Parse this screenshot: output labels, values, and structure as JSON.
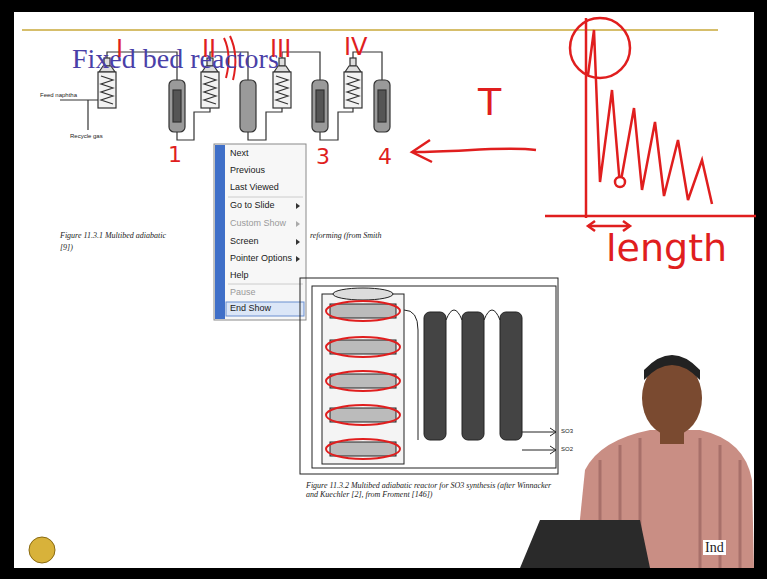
{
  "diagram": {
    "title": "Fixed bed reactors",
    "labels": [
      "I",
      "II",
      "III",
      "IV",
      "1",
      "3",
      "4",
      "T",
      "length",
      "Feed naphtha",
      "Recycle gas",
      "Figure 11.3.1 Multibed adiabatic",
      "reforming (from Smith",
      "[9])",
      "Next",
      "Previous",
      "Last Viewed",
      "Go to Slide",
      "Custom Show",
      "Screen",
      "Pointer Options",
      "Help",
      "Pause",
      "End Show",
      "Figure 11.3.2 Multibed adiabatic reactor for SO3 synthesis (after Winnacker and Kuechler [2], from Froment [146])",
      "SO3",
      "SO2",
      "Ind"
    ]
  }
}
